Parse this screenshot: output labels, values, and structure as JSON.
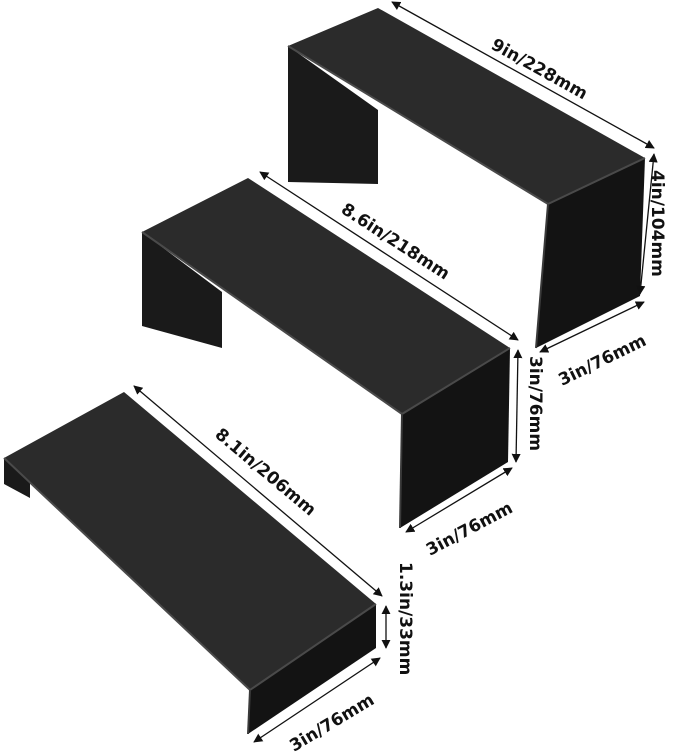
{
  "colors": {
    "background": "#ffffff",
    "acrylic_top": "#2b2b2b",
    "acrylic_front": "#161616",
    "acrylic_leg": "#0f0f0f",
    "edge": "#4a4a4a",
    "dimension_ink": "#111111"
  },
  "risers": {
    "large": {
      "length": "9in/228mm",
      "height": "4in/104mm",
      "depth": "3in/76mm"
    },
    "medium": {
      "length": "8.6in/218mm",
      "height": "3in/76mm",
      "depth": "3in/76mm"
    },
    "small": {
      "length": "8.1in/206mm",
      "height": "1.3in/33mm",
      "depth": "3in/76mm"
    }
  }
}
